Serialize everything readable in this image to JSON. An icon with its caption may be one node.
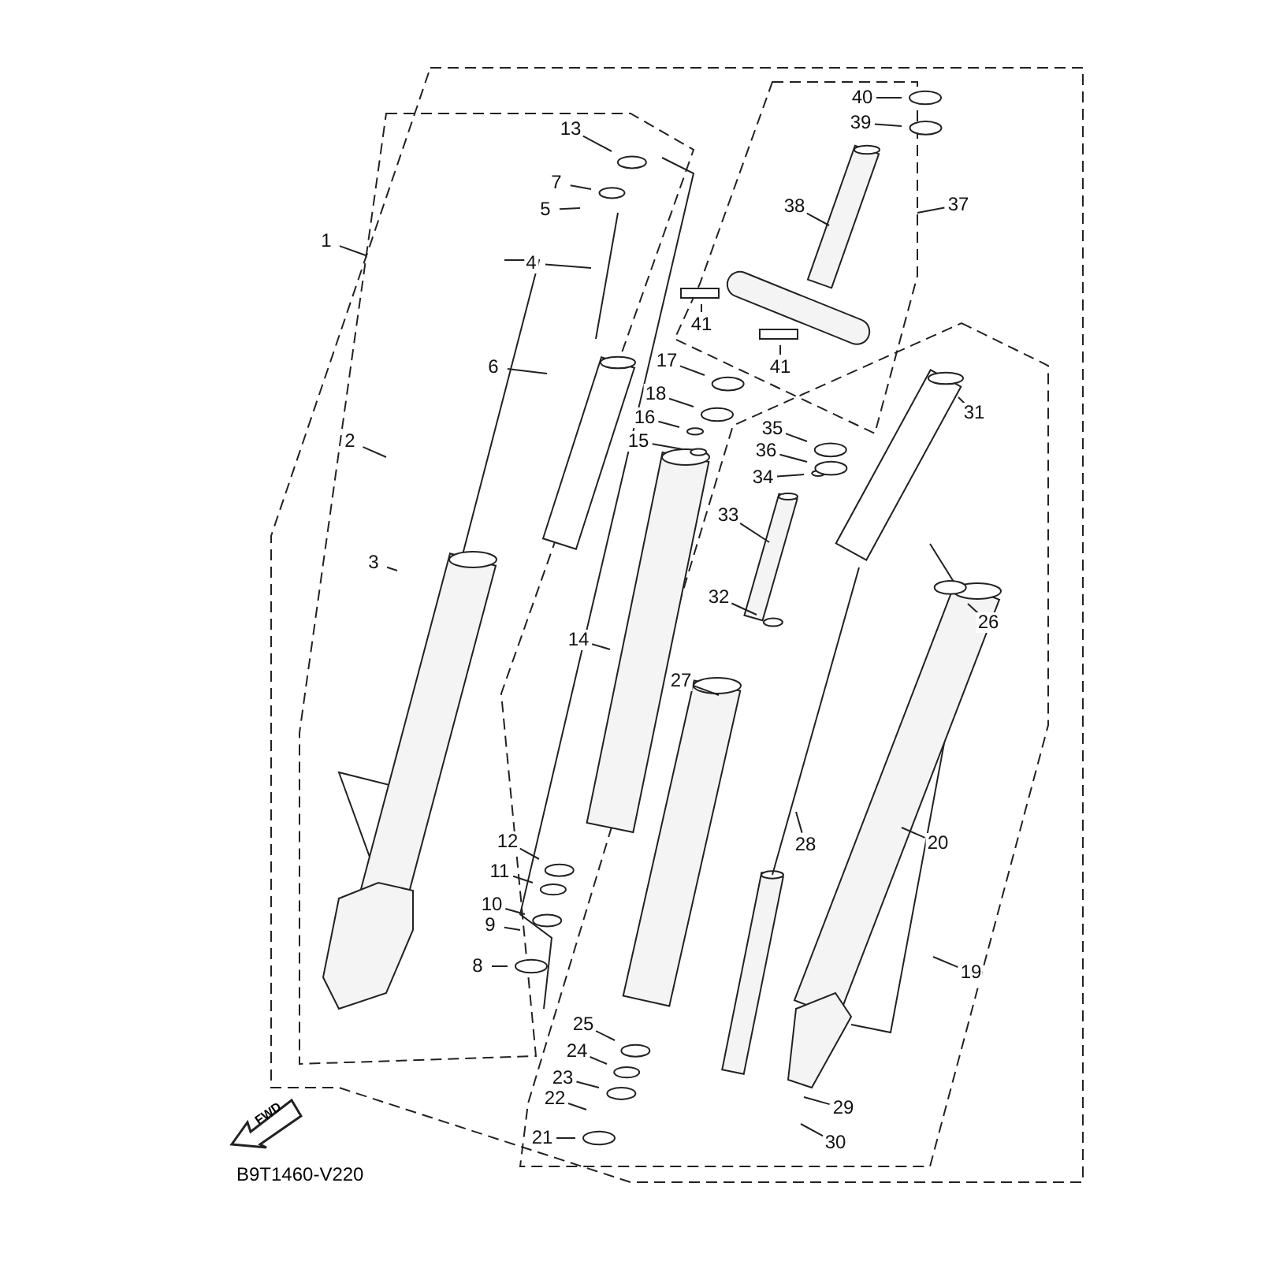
{
  "diagram": {
    "nodes": [
      {
        "text": [
          "1"
        ]
      },
      {
        "text": [
          "2"
        ]
      },
      {
        "text": [
          "3"
        ]
      },
      {
        "text": [
          "4"
        ]
      },
      {
        "text": [
          "5"
        ]
      },
      {
        "text": [
          "6"
        ]
      },
      {
        "text": [
          "7"
        ]
      },
      {
        "text": [
          "8"
        ]
      },
      {
        "text": [
          "9"
        ]
      },
      {
        "text": [
          "10"
        ]
      },
      {
        "text": [
          "11"
        ]
      },
      {
        "text": [
          "12"
        ]
      },
      {
        "text": [
          "13"
        ]
      },
      {
        "text": [
          "14"
        ]
      },
      {
        "text": [
          "15"
        ]
      },
      {
        "text": [
          "16"
        ]
      },
      {
        "text": [
          "17"
        ]
      },
      {
        "text": [
          "18"
        ]
      },
      {
        "text": [
          "19"
        ]
      },
      {
        "text": [
          "20"
        ]
      },
      {
        "text": [
          "21"
        ]
      },
      {
        "text": [
          "22"
        ]
      },
      {
        "text": [
          "23"
        ]
      },
      {
        "text": [
          "24"
        ]
      },
      {
        "text": [
          "25"
        ]
      },
      {
        "text": [
          "26"
        ]
      },
      {
        "text": [
          "27"
        ]
      },
      {
        "text": [
          "28"
        ]
      },
      {
        "text": [
          "29"
        ]
      },
      {
        "text": [
          "30"
        ]
      },
      {
        "text": [
          "31"
        ]
      },
      {
        "text": [
          "32"
        ]
      },
      {
        "text": [
          "33"
        ]
      },
      {
        "text": [
          "34"
        ]
      },
      {
        "text": [
          "35"
        ]
      },
      {
        "text": [
          "36"
        ]
      },
      {
        "text": [
          "37"
        ]
      },
      {
        "text": [
          "38"
        ]
      },
      {
        "text": [
          "39"
        ]
      },
      {
        "text": [
          "40"
        ]
      },
      {
        "text": [
          "41"
        ]
      },
      {
        "text": [
          "41"
        ]
      }
    ],
    "edges": [
      {
        "from": 0,
        "to": null,
        "arrow": "none"
      },
      {
        "from": 1,
        "to": null,
        "arrow": "none"
      },
      {
        "from": 2,
        "to": null,
        "arrow": "none"
      },
      {
        "from": 3,
        "to": null,
        "arrow": "none"
      },
      {
        "from": 4,
        "to": null,
        "arrow": "none"
      },
      {
        "from": 5,
        "to": null,
        "arrow": "none"
      },
      {
        "from": 6,
        "to": null,
        "arrow": "none"
      },
      {
        "from": 7,
        "to": null,
        "arrow": "none"
      },
      {
        "from": 8,
        "to": null,
        "arrow": "none"
      },
      {
        "from": 9,
        "to": null,
        "arrow": "none"
      },
      {
        "from": 10,
        "to": null,
        "arrow": "none"
      },
      {
        "from": 11,
        "to": null,
        "arrow": "none"
      },
      {
        "from": 12,
        "to": null,
        "arrow": "none"
      },
      {
        "from": 13,
        "to": null,
        "arrow": "none"
      },
      {
        "from": 14,
        "to": null,
        "arrow": "none"
      },
      {
        "from": 15,
        "to": null,
        "arrow": "none"
      },
      {
        "from": 16,
        "to": null,
        "arrow": "none"
      },
      {
        "from": 17,
        "to": null,
        "arrow": "none"
      },
      {
        "from": 18,
        "to": null,
        "arrow": "none"
      },
      {
        "from": 19,
        "to": null,
        "arrow": "none"
      },
      {
        "from": 20,
        "to": null,
        "arrow": "none"
      },
      {
        "from": 21,
        "to": null,
        "arrow": "none"
      },
      {
        "from": 22,
        "to": null,
        "arrow": "none"
      },
      {
        "from": 23,
        "to": null,
        "arrow": "none"
      },
      {
        "from": 24,
        "to": null,
        "arrow": "none"
      },
      {
        "from": 25,
        "to": null,
        "arrow": "none"
      },
      {
        "from": 26,
        "to": null,
        "arrow": "none"
      },
      {
        "from": 27,
        "to": null,
        "arrow": "none"
      },
      {
        "from": 28,
        "to": null,
        "arrow": "none"
      },
      {
        "from": 29,
        "to": null,
        "arrow": "none"
      },
      {
        "from": 30,
        "to": null,
        "arrow": "none"
      },
      {
        "from": 31,
        "to": null,
        "arrow": "none"
      },
      {
        "from": 32,
        "to": null,
        "arrow": "none"
      },
      {
        "from": 33,
        "to": null,
        "arrow": "none"
      },
      {
        "from": 34,
        "to": null,
        "arrow": "none"
      },
      {
        "from": 35,
        "to": null,
        "arrow": "none"
      },
      {
        "from": 36,
        "to": null,
        "arrow": "none"
      },
      {
        "from": 37,
        "to": null,
        "arrow": "none"
      },
      {
        "from": 38,
        "to": null,
        "arrow": "none"
      },
      {
        "from": 39,
        "to": null,
        "arrow": "none"
      },
      {
        "from": 40,
        "to": null,
        "arrow": "none"
      },
      {
        "from": 41,
        "to": null,
        "arrow": "none"
      }
    ],
    "labels": [
      "FWD",
      "B9T1460-V220"
    ]
  }
}
